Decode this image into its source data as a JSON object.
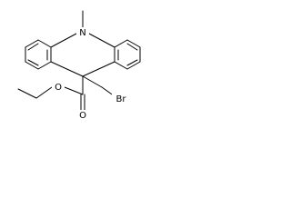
{
  "molecule": {
    "atoms": {
      "nitrogen": "N",
      "oxygen_carbonyl": "O",
      "oxygen_ester": "O",
      "bromine": "Br"
    }
  },
  "colors": {
    "bond": "#000000",
    "label": "#000000",
    "background": "#ffffff"
  }
}
